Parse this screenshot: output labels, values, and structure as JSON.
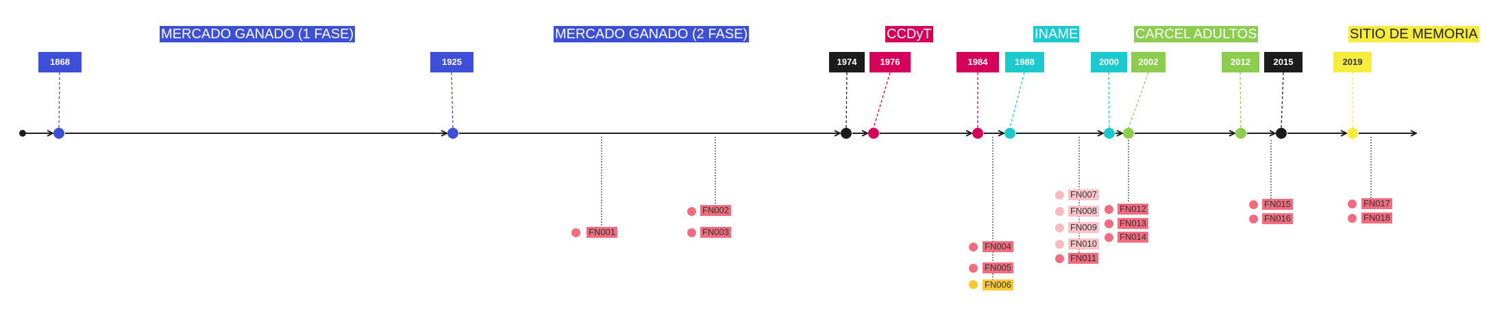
{
  "periods": [
    {
      "id": "p1",
      "label": "MERCADO GANADO (1 FASE)",
      "bg": "#3d4fd6",
      "fg": "#ffffff"
    },
    {
      "id": "p2",
      "label": "MERCADO GANADO (2 FASE)",
      "bg": "#3d4fd6",
      "fg": "#ffffff"
    },
    {
      "id": "p3",
      "label": "CCDyT",
      "bg": "#d4005a",
      "fg": "#ffffff"
    },
    {
      "id": "p4",
      "label": "INAME",
      "bg": "#1bc9cf",
      "fg": "#ffffff"
    },
    {
      "id": "p5",
      "label": "CARCEL ADULTOS",
      "bg": "#8ccd4f",
      "fg": "#ffffff"
    },
    {
      "id": "p6",
      "label": "SITIO DE MEMORIA",
      "bg": "#f7ec3e",
      "fg": "#222222"
    }
  ],
  "years": [
    {
      "label": "1868",
      "color": "#3d4fd6",
      "fg": "#ffffff"
    },
    {
      "label": "1925",
      "color": "#3d4fd6",
      "fg": "#ffffff"
    },
    {
      "label": "1974",
      "color": "#1c1c1c",
      "fg": "#ffffff"
    },
    {
      "label": "1976",
      "color": "#d4005a",
      "fg": "#ffffff"
    },
    {
      "label": "1984",
      "color": "#d4005a",
      "fg": "#ffffff"
    },
    {
      "label": "1988",
      "color": "#1bc9cf",
      "fg": "#ffffff"
    },
    {
      "label": "2000",
      "color": "#1bc9cf",
      "fg": "#ffffff"
    },
    {
      "label": "2002",
      "color": "#8ccd4f",
      "fg": "#ffffff"
    },
    {
      "label": "2012",
      "color": "#8ccd4f",
      "fg": "#ffffff"
    },
    {
      "label": "2015",
      "color": "#1c1c1c",
      "fg": "#ffffff"
    },
    {
      "label": "2019",
      "color": "#f7ec3e",
      "fg": "#333333"
    }
  ],
  "events": [
    {
      "label": "FN001",
      "dot": "#f06c7e",
      "bg": "#f06c7e"
    },
    {
      "label": "FN002",
      "dot": "#f06c7e",
      "bg": "#f06c7e"
    },
    {
      "label": "FN003",
      "dot": "#f06c7e",
      "bg": "#f06c7e"
    },
    {
      "label": "FN004",
      "dot": "#f06c7e",
      "bg": "#f06c7e"
    },
    {
      "label": "FN005",
      "dot": "#f06c7e",
      "bg": "#f06c7e"
    },
    {
      "label": "FN006",
      "dot": "#f7c933",
      "bg": "#f7c933"
    },
    {
      "label": "FN007",
      "dot": "#f8b9c1",
      "bg": "#f8c4ca"
    },
    {
      "label": "FN008",
      "dot": "#f8b9c1",
      "bg": "#f8c4ca"
    },
    {
      "label": "FN009",
      "dot": "#f8b9c1",
      "bg": "#f8c4ca"
    },
    {
      "label": "FN010",
      "dot": "#f8b9c1",
      "bg": "#f8c4ca"
    },
    {
      "label": "FN011",
      "dot": "#f06c7e",
      "bg": "#f06c7e"
    },
    {
      "label": "FN012",
      "dot": "#f06c7e",
      "bg": "#f06c7e"
    },
    {
      "label": "FN013",
      "dot": "#f06c7e",
      "bg": "#f06c7e"
    },
    {
      "label": "FN014",
      "dot": "#f06c7e",
      "bg": "#f06c7e"
    },
    {
      "label": "FN015",
      "dot": "#f06c7e",
      "bg": "#f06c7e"
    },
    {
      "label": "FN016",
      "dot": "#f06c7e",
      "bg": "#f06c7e"
    },
    {
      "label": "FN017",
      "dot": "#f06c7e",
      "bg": "#f06c7e"
    },
    {
      "label": "FN018",
      "dot": "#f06c7e",
      "bg": "#f06c7e"
    }
  ],
  "timeline": {
    "line_color": "#1c1c1c"
  }
}
